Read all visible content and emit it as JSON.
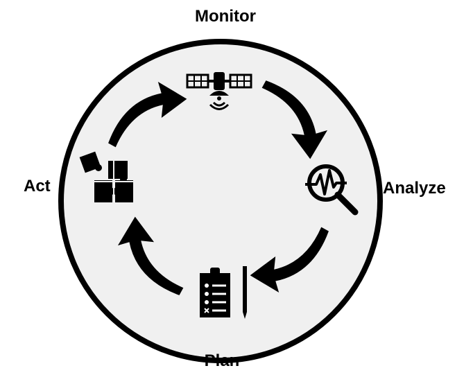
{
  "diagram": {
    "stages": [
      {
        "label": "Monitor",
        "icon": "satellite-icon"
      },
      {
        "label": "Analyze",
        "icon": "magnifier-pulse-icon"
      },
      {
        "label": "Plan",
        "icon": "clipboard-checklist-icon"
      },
      {
        "label": "Act",
        "icon": "puzzle-pieces-icon"
      }
    ],
    "cycle_arrows": [
      "clockwise-arrow-icon"
    ],
    "colors": {
      "circle_fill": "#f0f0f0",
      "outline": "#000000",
      "icon": "#000000"
    }
  }
}
